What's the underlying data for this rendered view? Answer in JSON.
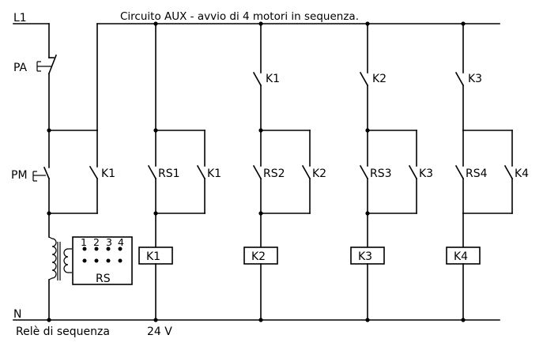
{
  "title": "Circuito AUX - avvio di 4 motori in sequenza.",
  "rails": {
    "line": "L1",
    "neutral": "N"
  },
  "footer": {
    "left": "Relè di sequenza",
    "right": "24 V"
  },
  "pushbuttons": {
    "stop": "PA",
    "start": "PM"
  },
  "main_circuit": {
    "self_hold_contact": "K1"
  },
  "sequence_relay": {
    "label": "RS",
    "outputs": [
      "1",
      "2",
      "3",
      "4"
    ]
  },
  "branches": [
    {
      "enable": "",
      "timer_contact": "RS1",
      "hold_contact": "K1",
      "coil": "K1"
    },
    {
      "enable": "K1",
      "timer_contact": "RS2",
      "hold_contact": "K2",
      "coil": "K2"
    },
    {
      "enable": "K2",
      "timer_contact": "RS3",
      "hold_contact": "K3",
      "coil": "K3"
    },
    {
      "enable": "K3",
      "timer_contact": "RS4",
      "hold_contact": "K4",
      "coil": "K4"
    }
  ]
}
